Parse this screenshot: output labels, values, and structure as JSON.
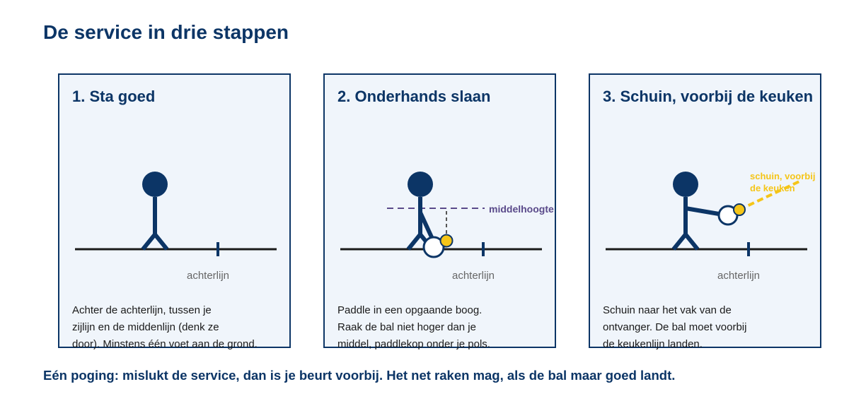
{
  "title": "De service in drie stappen",
  "panels": [
    {
      "heading": "1. Sta goed",
      "baseline_label": "achterlijn",
      "text": "Achter de achterlijn, tussen je\nzijlijn en de middenlijn (denk ze\ndoor). Minstens één voet aan de grond."
    },
    {
      "heading": "2. Onderhands slaan",
      "baseline_label": "achterlijn",
      "height_label": "middelhoogte",
      "text": "Paddle in een opgaande boog.\nRaak de bal niet hoger dan je\nmiddel, paddlekop onder je pols."
    },
    {
      "heading": "3. Schuin, voorbij de keuken",
      "baseline_label": "achterlijn",
      "direction_label_1": "schuin, voorbij",
      "direction_label_2": "de keuken",
      "text": "Schuin naar het vak van de\nontvanger. De bal moet voorbij\nde keukenlijn landen."
    }
  ],
  "footer": "Eén poging: mislukt de service, dan is je beurt voorbij. Het net raken mag, als de bal maar goed landt.",
  "colors": {
    "navy": "#0c3566",
    "ball": "#f5c518",
    "guide": "#5a4a8a",
    "panel_bg": "#f0f5fb"
  }
}
